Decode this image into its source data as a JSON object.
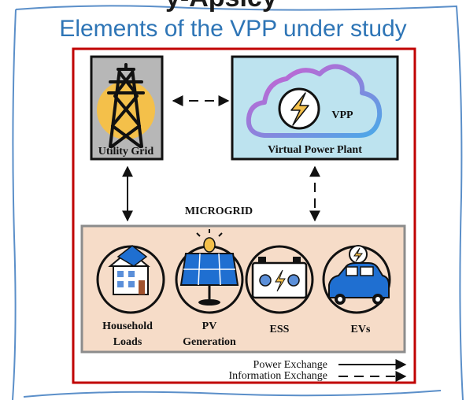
{
  "header": {
    "cropped_title": "y-Apsicy",
    "title": "Elements of the VPP under study"
  },
  "diagram": {
    "utility_grid": "Utility Grid",
    "vpp_icon_text": "VPP",
    "vpp_label": "Virtual Power Plant",
    "microgrid_label": "MICROGRID",
    "nodes": [
      {
        "line1": "Household",
        "line2": "Loads"
      },
      {
        "line1": "PV",
        "line2": "Generation"
      },
      {
        "line1": "ESS",
        "line2": ""
      },
      {
        "line1": "EVs",
        "line2": ""
      }
    ],
    "legend": {
      "power": "Power Exchange",
      "information": "Information Exchange"
    }
  },
  "colors": {
    "title_blue": "#2e75b6",
    "frame_red": "#c00000",
    "vpp_box": "#bde3ef",
    "grid_box": "#b7b7b7",
    "microgrid_box": "#f6dcc8",
    "sun_yellow": "#f4c04a",
    "cloud_pink": "#d45ad0",
    "cloud_blue": "#4aa9e8"
  },
  "icons": [
    "transmission-tower-icon",
    "cloud-lightning-icon",
    "house-solar-icon",
    "solar-panel-icon",
    "battery-icon",
    "electric-car-icon"
  ]
}
